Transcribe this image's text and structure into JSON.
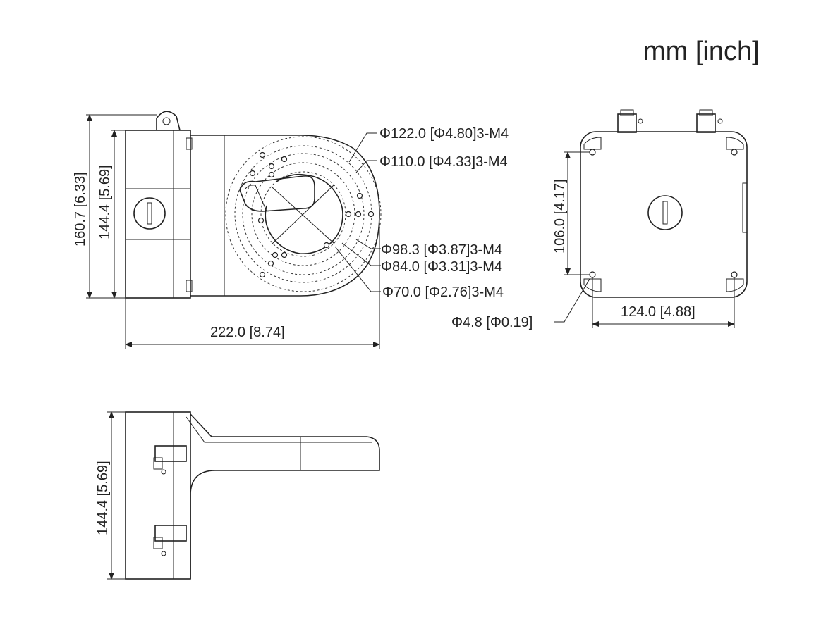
{
  "units_label": "mm [inch]",
  "front_view": {
    "height_outer": "160.7 [6.33]",
    "height_inner": "144.4 [5.69]",
    "width": "222.0 [8.74]",
    "circle_labels": [
      "Φ122.0 [Φ4.80]3-M4",
      "Φ110.0 [Φ4.33]3-M4",
      "Φ98.3 [Φ3.87]3-M4",
      "Φ84.0 [Φ3.31]3-M4",
      "Φ70.0 [Φ2.76]3-M4"
    ]
  },
  "back_view": {
    "height": "106.0 [4.17]",
    "width": "124.0 [4.88]",
    "hole_diameter": "Φ4.8 [Φ0.19]"
  },
  "side_view": {
    "height": "144.4 [5.69]"
  }
}
